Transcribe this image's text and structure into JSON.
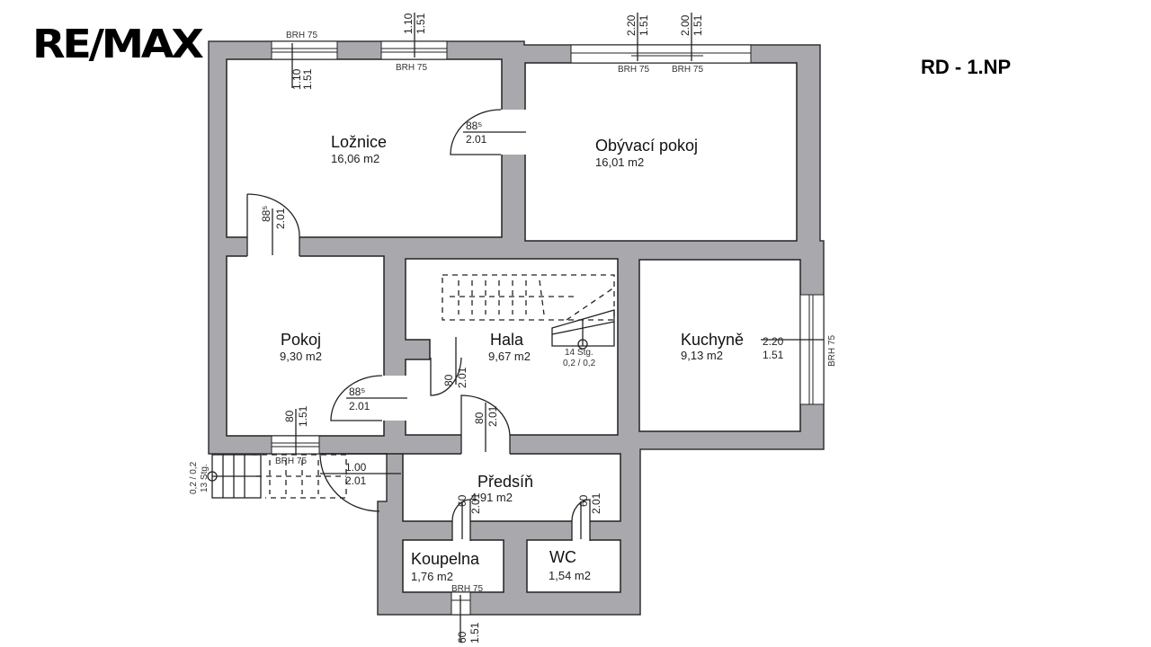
{
  "brand": {
    "logo_text": "RE/MAX"
  },
  "plan": {
    "title": "RD - 1.NP",
    "rooms": [
      {
        "name": "Ložnice",
        "area": "16,06 m2"
      },
      {
        "name": "Obývací pokoj",
        "area": "16,01 m2"
      },
      {
        "name": "Pokoj",
        "area": "9,30 m2"
      },
      {
        "name": "Hala",
        "area": "9,67 m2"
      },
      {
        "name": "Kuchyně",
        "area": "9,13 m2"
      },
      {
        "name": "Předsíň",
        "area": "4,91 m2"
      },
      {
        "name": "Koupelna",
        "area": "1,76 m2"
      },
      {
        "name": "WC",
        "area": "1,54 m2"
      }
    ],
    "windows": [
      {
        "label": "BRH 75",
        "width": "1.10",
        "height": "1.51"
      },
      {
        "label": "BRH 75",
        "width": "1.10",
        "height": "1.51"
      },
      {
        "label": "BRH 75",
        "width": "2.20",
        "height": "1.51"
      },
      {
        "label": "BRH 75",
        "width": "2.00",
        "height": "1.51"
      },
      {
        "label": "BRH 75",
        "width": "2.20",
        "height": "1.51"
      },
      {
        "label": "BRH 75",
        "width": "80",
        "height": "1.51"
      },
      {
        "label": "BRH 75",
        "width": "60",
        "height": "1.51"
      }
    ],
    "doors": [
      {
        "width": "88⁵",
        "height": "2.01"
      },
      {
        "width": "88⁵",
        "height": "2.01"
      },
      {
        "width": "88⁵",
        "height": "2.01"
      },
      {
        "width": "80",
        "height": "2.01"
      },
      {
        "width": "80",
        "height": "2.01"
      },
      {
        "width": "1.00",
        "height": "2.01"
      },
      {
        "width": "60",
        "height": "2.01"
      },
      {
        "width": "60",
        "height": "2.01"
      }
    ],
    "stairs": [
      {
        "steps": "14 Stg.",
        "ratio": "0,2 / 0,2"
      },
      {
        "steps": "13 Stg.",
        "ratio": "0,2 / 0,2"
      }
    ]
  }
}
